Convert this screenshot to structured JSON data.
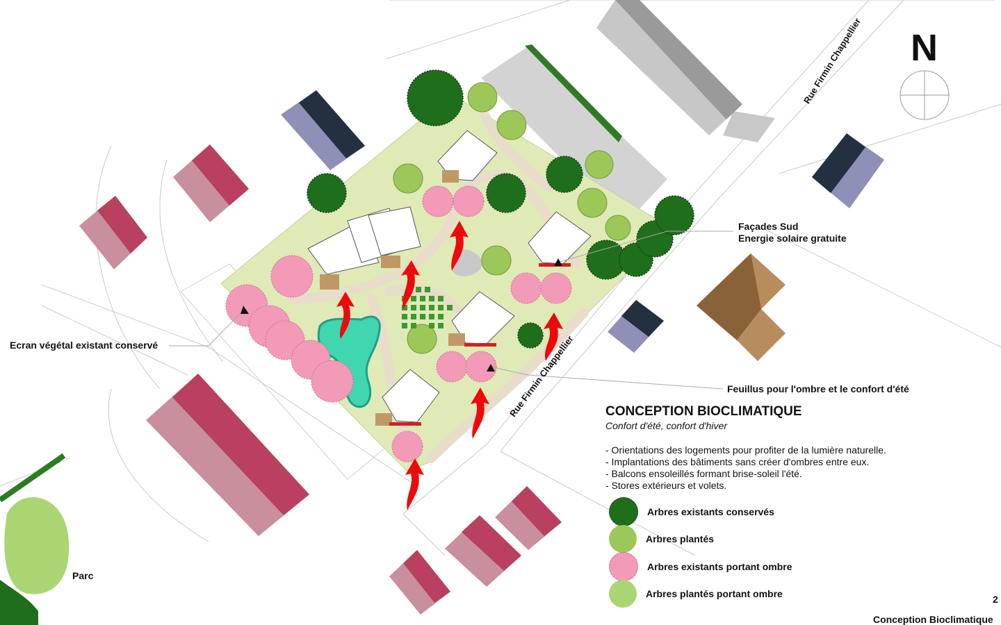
{
  "north": {
    "letter": "N"
  },
  "streets": {
    "top": "Rue Firmin Chappellier",
    "bottom": "Rue Firmin Chappellier"
  },
  "annotations": {
    "south_facades_line1": "Façades Sud",
    "south_facades_line2": "Energie solaire gratuite",
    "vegetal_screen": "Ecran végétal existant conservé",
    "deciduous": "Feuillus pour l'ombre et le confort d'été",
    "park": "Parc"
  },
  "legend": {
    "title": "CONCEPTION BIOCLIMATIQUE",
    "subtitle": "Confort d'été, confort d'hiver",
    "bullets": [
      "- Orientations des logements pour profiter de la lumière naturelle.",
      "- Implantations des bâtiments sans créer d'ombres entre eux.",
      "- Balcons ensoleillés formant brise-soleil l'été.",
      "- Stores extérieurs et volets."
    ],
    "items": [
      {
        "label": "Arbres existants conservés",
        "color": "#1f6e1c"
      },
      {
        "label": "Arbres plantés",
        "color": "#9cc85a"
      },
      {
        "label": "Arbres existants portant ombre",
        "color": "#f29ab8"
      },
      {
        "label": "Arbres plantés portant ombre",
        "color": "#a9d673"
      }
    ]
  },
  "colors": {
    "site": "#dfeab7",
    "path": "#e8dccb",
    "parking": "#d3d3d3",
    "existing_red": "#b9405f",
    "existing_pink": "#c98f9c",
    "neighbor_navy": "#243040",
    "neighbor_lavender": "#8f90b8",
    "neighbor_brown": "#b88d5e",
    "pond": "#3fd6b0",
    "sun_arrow": "#ee0a0a"
  },
  "page": {
    "number": "2",
    "footer": "Conception Bioclimatique"
  }
}
